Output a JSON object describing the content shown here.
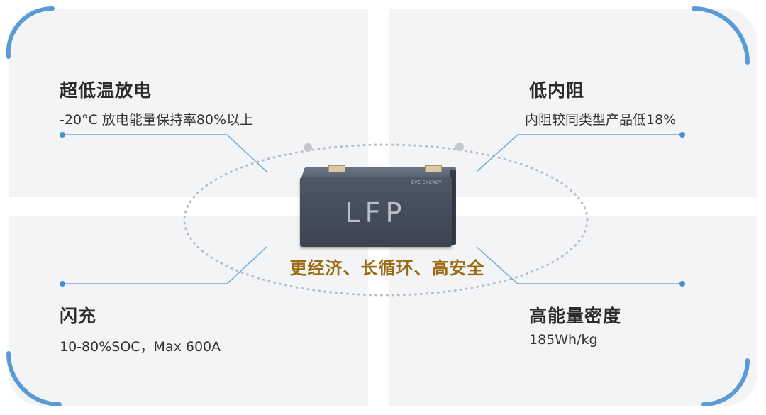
{
  "features": {
    "top_left": {
      "title": "超低温放电",
      "desc": "-20°C 放电能量保持率80%以上"
    },
    "top_right": {
      "title": "低内阻",
      "desc": "内阻较同类型产品低18%"
    },
    "bottom_left": {
      "title": "闪充",
      "desc": "10-80%SOC，Max 600A"
    },
    "bottom_right": {
      "title": "高能量密度",
      "desc": "185Wh/kg"
    }
  },
  "battery": {
    "label": "LFP",
    "brand_text": "EVE ENERGY"
  },
  "slogan": "更经济、长循环、高安全",
  "colors": {
    "accent_blue": "#5b9bd5",
    "slogan_gold": "#9a6b12",
    "panel_gray": "#f3f4f6"
  }
}
